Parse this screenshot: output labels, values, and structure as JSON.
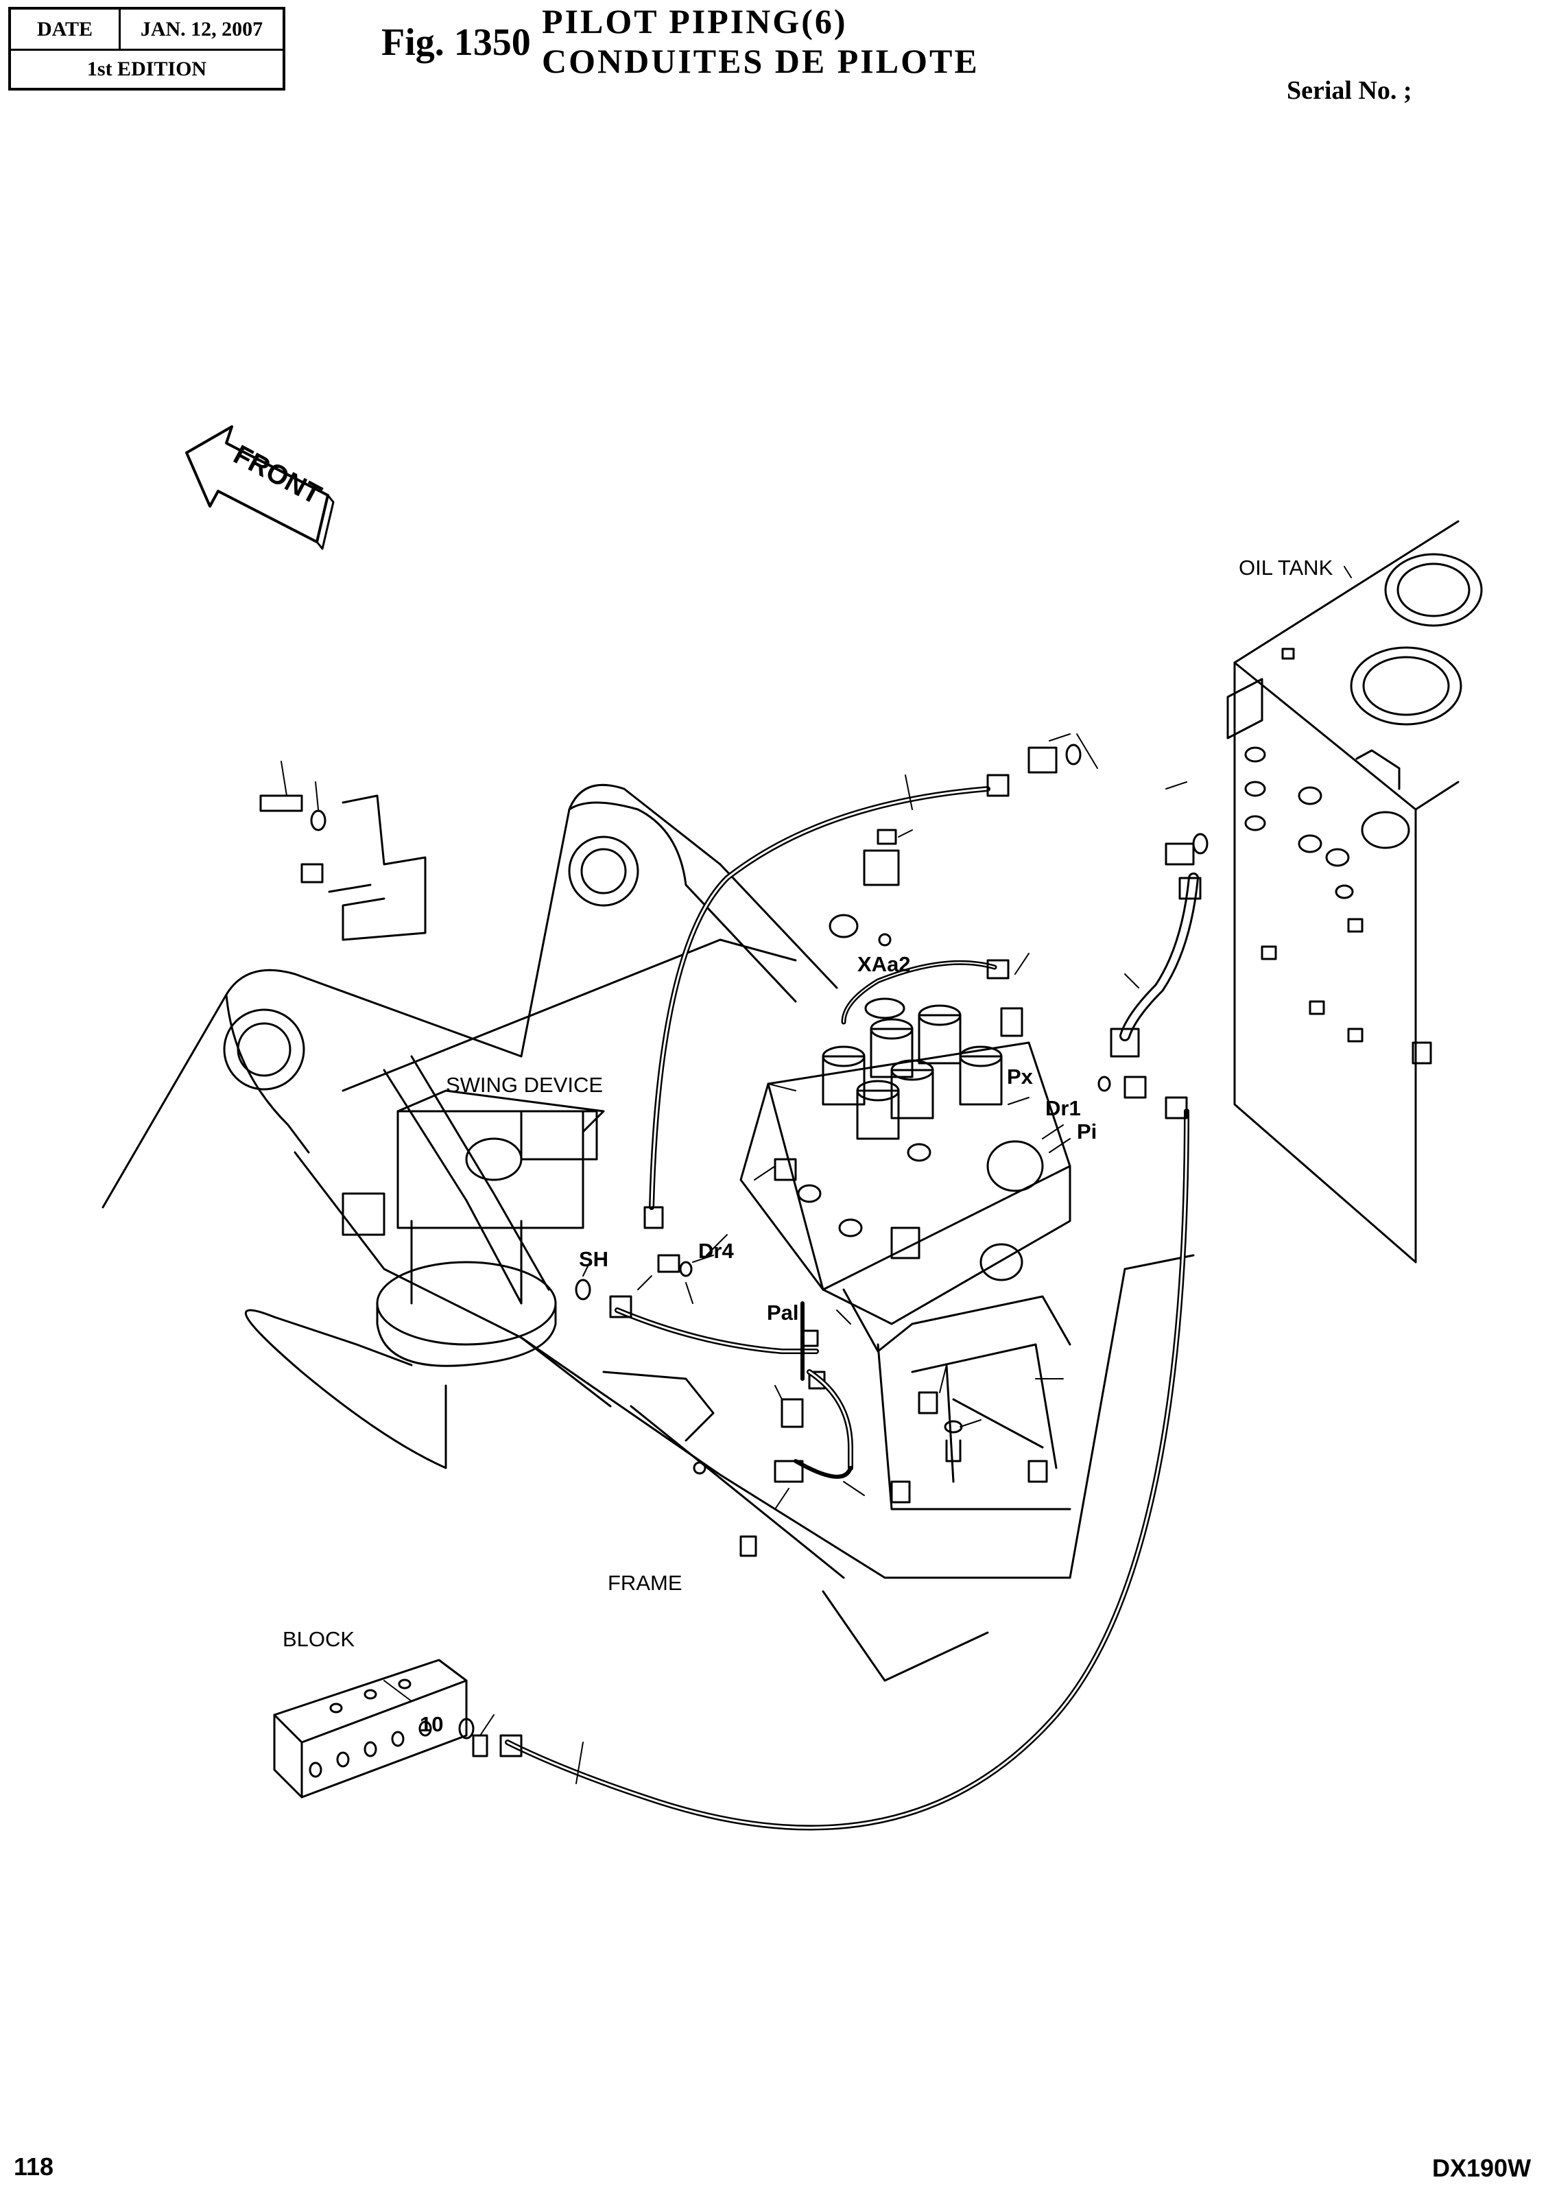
{
  "header": {
    "date_label": "DATE",
    "date_value": "JAN. 12, 2007",
    "edition": "1st EDITION",
    "fig_number": "Fig. 1350",
    "title_en": "PILOT  PIPING(6)",
    "title_fr": "CONDUITES  DE  PILOTE",
    "serial": "Serial No. ;"
  },
  "footer": {
    "page_number": "118",
    "model": "DX190W"
  },
  "labels": {
    "front": "FRONT",
    "oil_tank": "OIL TANK",
    "swing_device": "SWING DEVICE",
    "frame": "FRAME",
    "block": "BLOCK",
    "port_xaa2": "XAa2",
    "port_px": "Px",
    "port_dr1": "Dr1",
    "port_pi": "Pi",
    "port_dr4": "Dr4",
    "port_sh": "SH",
    "port_pal": "Pal",
    "callout_10": "10"
  },
  "colors": {
    "ink": "#000000",
    "paper": "#ffffff"
  }
}
